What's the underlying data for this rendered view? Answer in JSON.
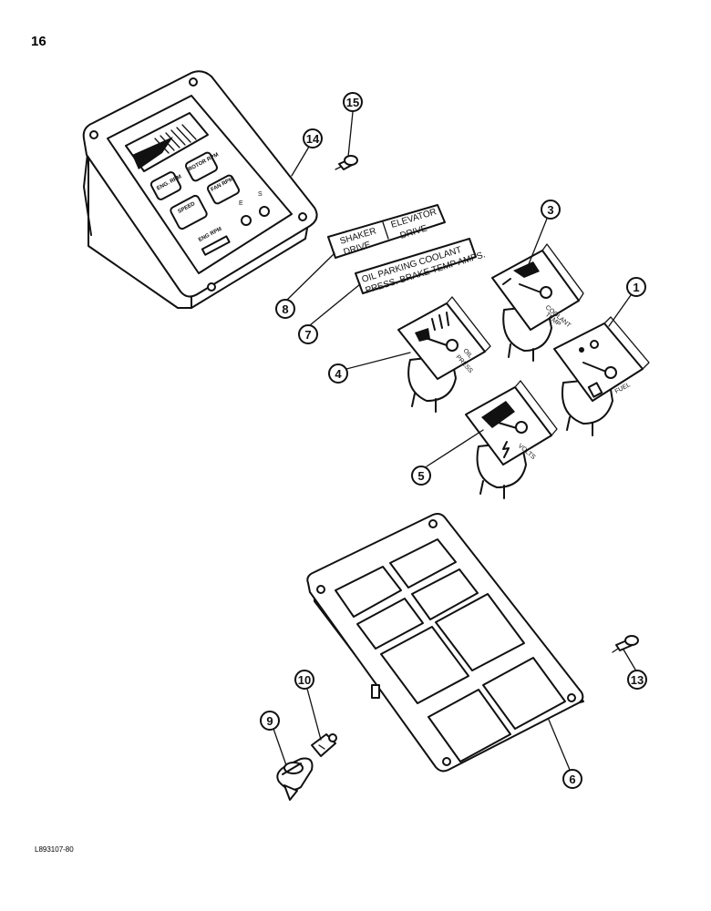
{
  "page_number": "16",
  "figure_code": "L893107-80",
  "callouts": [
    "1",
    "3",
    "4",
    "5",
    "6",
    "7",
    "8",
    "9",
    "10",
    "13",
    "14",
    "15"
  ],
  "decals": {
    "drive_decal": {
      "left_line1": "SHAKER",
      "left_line2": "DRIVE",
      "right_line1": "ELEVATOR",
      "right_line2": "DRIVE"
    },
    "gauge_decal": {
      "line1": "OIL  PARKING COOLANT",
      "line2": "PRESS.  BRAKE  TEMP  AMPS."
    }
  },
  "monitor": {
    "buttons": [
      "ENG. RPM",
      "ROTOR RPM",
      "SPEED",
      "FAN RPM"
    ],
    "readout_label": "ENG RPM",
    "indicators": [
      "E",
      "S"
    ]
  },
  "gauges": {
    "oil_line1": "OIL",
    "oil_line2": "PRESS",
    "coolant_line1": "COOLANT",
    "coolant_line2": "TEMP",
    "volts": "VOLTS",
    "fuel": "FUEL"
  }
}
